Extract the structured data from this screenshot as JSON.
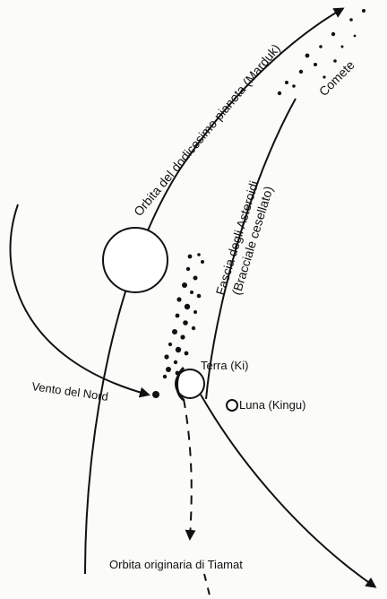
{
  "diagram": {
    "labels": {
      "marduk_orbit": "Orbita del dodicesimo pianeta (Marduk)",
      "comets": "Comete",
      "asteroid_belt_line1": "Fascia degli Asteroidi",
      "asteroid_belt_line2": "(Bracciale cesellato)",
      "earth": "Terra (Ki)",
      "moon": "Luna (Kingu)",
      "north_wind": "Vento del Nord",
      "tiamat_orbit": "Orbita originaria di Tiamat"
    }
  }
}
